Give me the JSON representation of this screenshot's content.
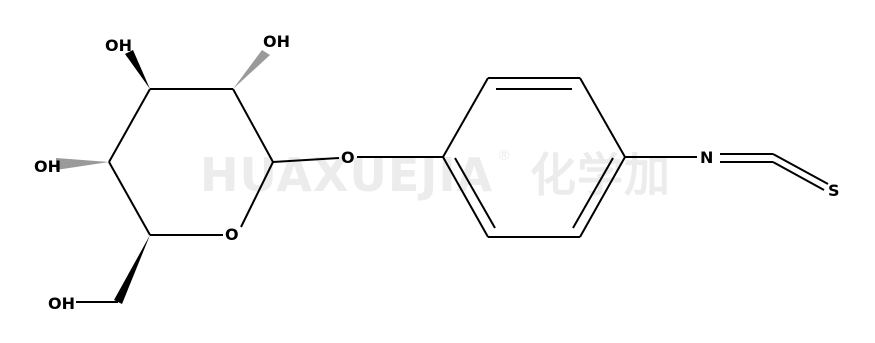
{
  "watermark": {
    "text": "HUAXUEJIA",
    "registered": "®",
    "cn": "化学加",
    "color": "#ececec"
  },
  "atoms": {
    "oh_c3": "OH",
    "oh_c2": "OH",
    "oh_c4": "OH",
    "oh_c6": "OH",
    "o_glycosidic": "O",
    "o_ring": "O",
    "n": "N",
    "s": "S"
  },
  "colors": {
    "bond": "#000000",
    "hashed_wedge": "#9a9a9a",
    "background": "#ffffff"
  }
}
